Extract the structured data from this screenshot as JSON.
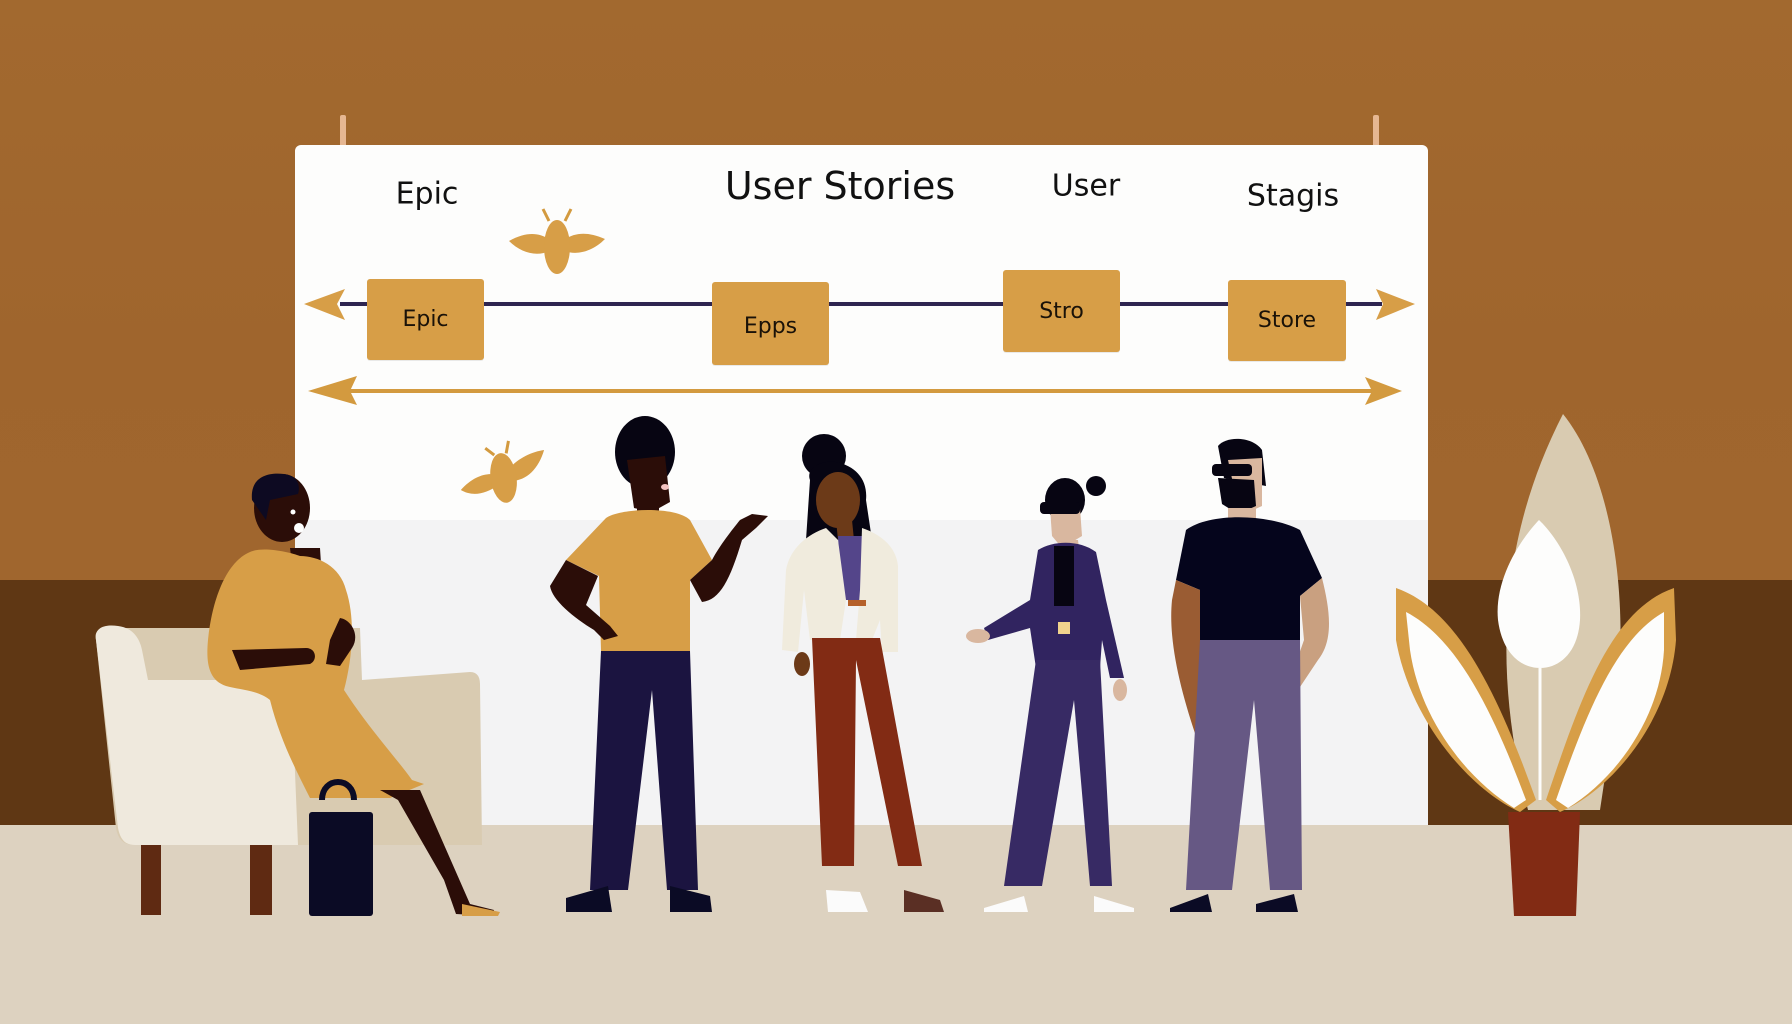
{
  "scene": {
    "title": "Story mapping workshop illustration",
    "colors": {
      "wall": "#a0672f",
      "wall_band": "#5f3714",
      "floor": "#ddd2c0",
      "board": "#fdfdfc",
      "accent_gold": "#d79e47",
      "navy": "#2e2550"
    }
  },
  "board": {
    "headings": [
      {
        "label": "Epic",
        "size": "small"
      },
      {
        "label": "User Stories",
        "size": "big"
      },
      {
        "label": "User",
        "size": "small"
      },
      {
        "label": "Stagis",
        "size": "small"
      }
    ],
    "cards": [
      {
        "label": "Epic"
      },
      {
        "label": "Epps"
      },
      {
        "label": "Stro"
      },
      {
        "label": "Store"
      }
    ],
    "icons": [
      "bee-icon",
      "bee-icon"
    ]
  },
  "people": [
    {
      "name": "seated-woman",
      "outfit": "mustard dress"
    },
    {
      "name": "man-yellow-shirt",
      "outfit": "yellow t-shirt, navy trousers"
    },
    {
      "name": "woman-cream-jacket",
      "outfit": "cream jacket, rust trousers"
    },
    {
      "name": "woman-purple-suit",
      "outfit": "purple suit, sunglasses"
    },
    {
      "name": "bearded-man",
      "outfit": "black t-shirt, lavender trousers, sunglasses"
    }
  ],
  "props": [
    "armchair",
    "tote-bag",
    "potted-plant"
  ]
}
